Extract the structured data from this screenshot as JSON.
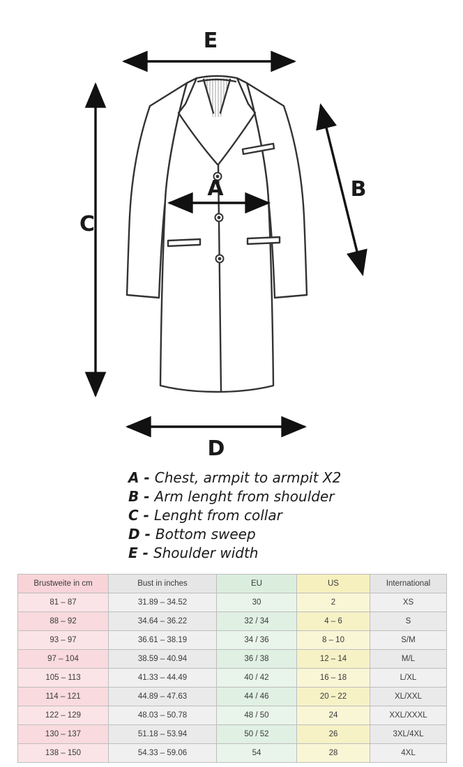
{
  "diagram": {
    "arrow_labels": {
      "a": "A",
      "b": "B",
      "c": "C",
      "d": "D",
      "e": "E"
    }
  },
  "legend": {
    "items": [
      {
        "key": "A -",
        "text": "Chest, armpit to armpit X2"
      },
      {
        "key": "B -",
        "text": "Arm lenght from shoulder"
      },
      {
        "key": "C -",
        "text": "Lenght from collar"
      },
      {
        "key": "D -",
        "text": "Bottom sweep"
      },
      {
        "key": "E -",
        "text": "Shoulder width"
      }
    ]
  },
  "table": {
    "headers": [
      "Brustweite in cm",
      "Bust in inches",
      "EU",
      "US",
      "International"
    ],
    "rows": [
      [
        "81 – 87",
        "31.89 – 34.52",
        "30",
        "2",
        "XS"
      ],
      [
        "88 – 92",
        "34.64 – 36.22",
        "32 / 34",
        "4 – 6",
        "S"
      ],
      [
        "93 – 97",
        "36.61 – 38.19",
        "34 / 36",
        "8 – 10",
        "S/M"
      ],
      [
        "97 – 104",
        "38.59 – 40.94",
        "36 / 38",
        "12 – 14",
        "M/L"
      ],
      [
        "105 – 113",
        "41.33 – 44.49",
        "40 / 42",
        "16 – 18",
        "L/XL"
      ],
      [
        "114 – 121",
        "44.89 – 47.63",
        "44 / 46",
        "20 – 22",
        "XL/XXL"
      ],
      [
        "122 – 129",
        "48.03 – 50.78",
        "48 / 50",
        "24",
        "XXL/XXXL"
      ],
      [
        "130 – 137",
        "51.18 – 53.94",
        "50 / 52",
        "26",
        "3XL/4XL"
      ],
      [
        "138 – 150",
        "54.33 – 59.06",
        "54",
        "28",
        "4XL"
      ]
    ]
  },
  "colors": {
    "columns": {
      "c0": "#f8d4d9",
      "c1": "#e6e6e6",
      "c2": "#dbeede",
      "c3": "#f5f0bd",
      "c4": "#e6e6e6"
    },
    "outline": "#333333"
  }
}
